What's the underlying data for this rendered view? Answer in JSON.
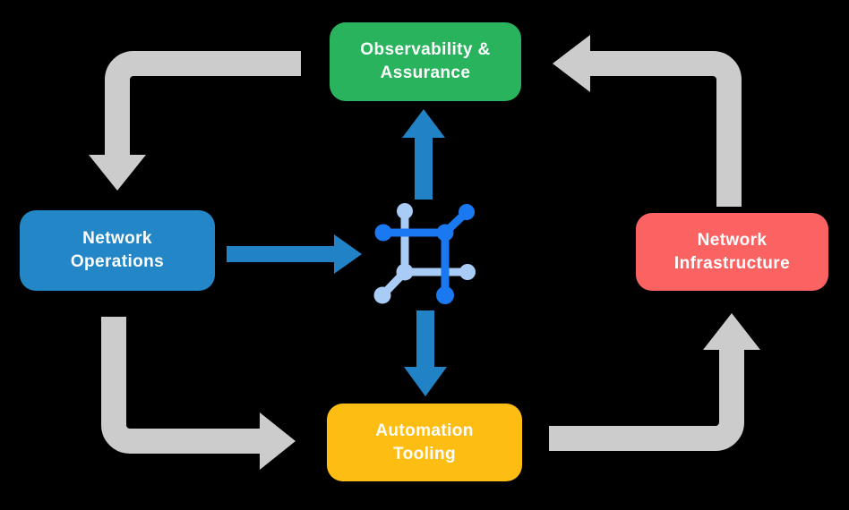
{
  "canvas": {
    "background": "#000000"
  },
  "colors": {
    "gray_arrow": "#CCCCCC",
    "blue_arrow": "#2182C5",
    "icon_dark_blue": "#1A78F0",
    "icon_light_blue": "#A9CCF7",
    "label_text": "#FFFFFF"
  },
  "nodes": {
    "observability": {
      "line1": "Observability &",
      "line2": "Assurance",
      "color": "#28B35C"
    },
    "operations": {
      "line1": "Network",
      "line2": "Operations",
      "color": "#2386C7"
    },
    "infrastructure": {
      "line1": "Network",
      "line2": "Infrastructure",
      "color": "#FB6262"
    },
    "tooling": {
      "line1": "Automation",
      "line2": "Tooling",
      "color": "#FEBD12"
    }
  },
  "icon": {
    "name": "network-hub-icon"
  },
  "flows": [
    {
      "from": "Observability & Assurance",
      "to": "Network Operations",
      "style": "gray-cycle"
    },
    {
      "from": "Network Operations",
      "to": "Automation Tooling",
      "style": "gray-cycle"
    },
    {
      "from": "Automation Tooling",
      "to": "Network Infrastructure",
      "style": "gray-cycle"
    },
    {
      "from": "Network Infrastructure",
      "to": "Observability & Assurance",
      "style": "gray-cycle"
    },
    {
      "from": "Network Operations",
      "to": "network-hub",
      "style": "blue-direct"
    },
    {
      "from": "network-hub",
      "to": "Observability & Assurance",
      "style": "blue-direct"
    },
    {
      "from": "network-hub",
      "to": "Automation Tooling",
      "style": "blue-direct"
    }
  ]
}
